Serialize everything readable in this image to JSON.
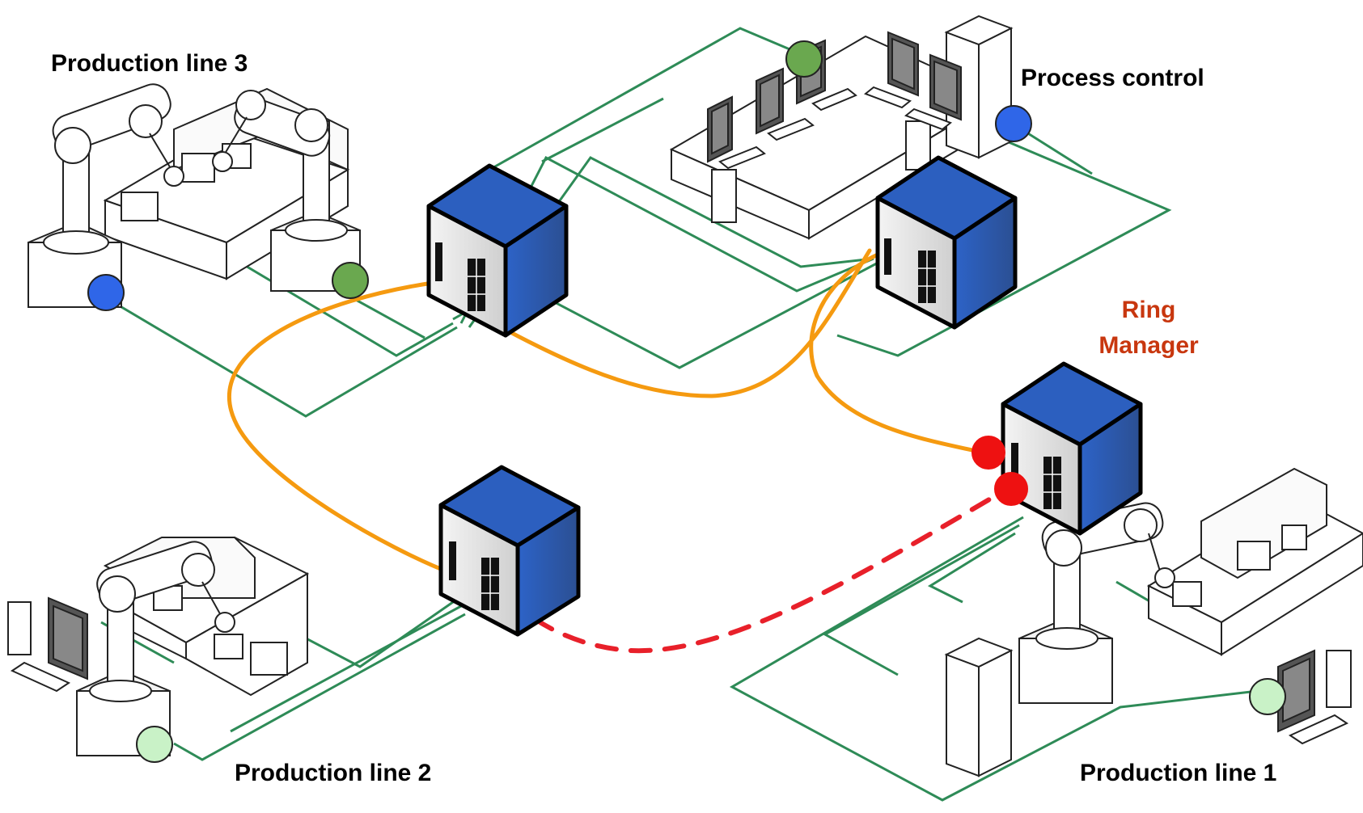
{
  "labels": {
    "production_line_3": "Production line 3",
    "process_control": "Process control",
    "ring_manager_line1": "Ring",
    "ring_manager_line2": "Manager",
    "production_line_2": "Production line 2",
    "production_line_1": "Production line 1"
  },
  "colors": {
    "switch_top": "#2c5fbf",
    "switch_side": "#2a5ab0",
    "switch_front": "#e6e6e6",
    "ring_link": "#f59a10",
    "broken_link": "#e8202a",
    "fieldbus": "#2e8b57",
    "node_blue": "#2f66e8",
    "node_green": "#6aa84f",
    "node_light_green": "#c9f2c7",
    "node_red": "#ee1111",
    "ring_manager_text": "#c8370f"
  }
}
